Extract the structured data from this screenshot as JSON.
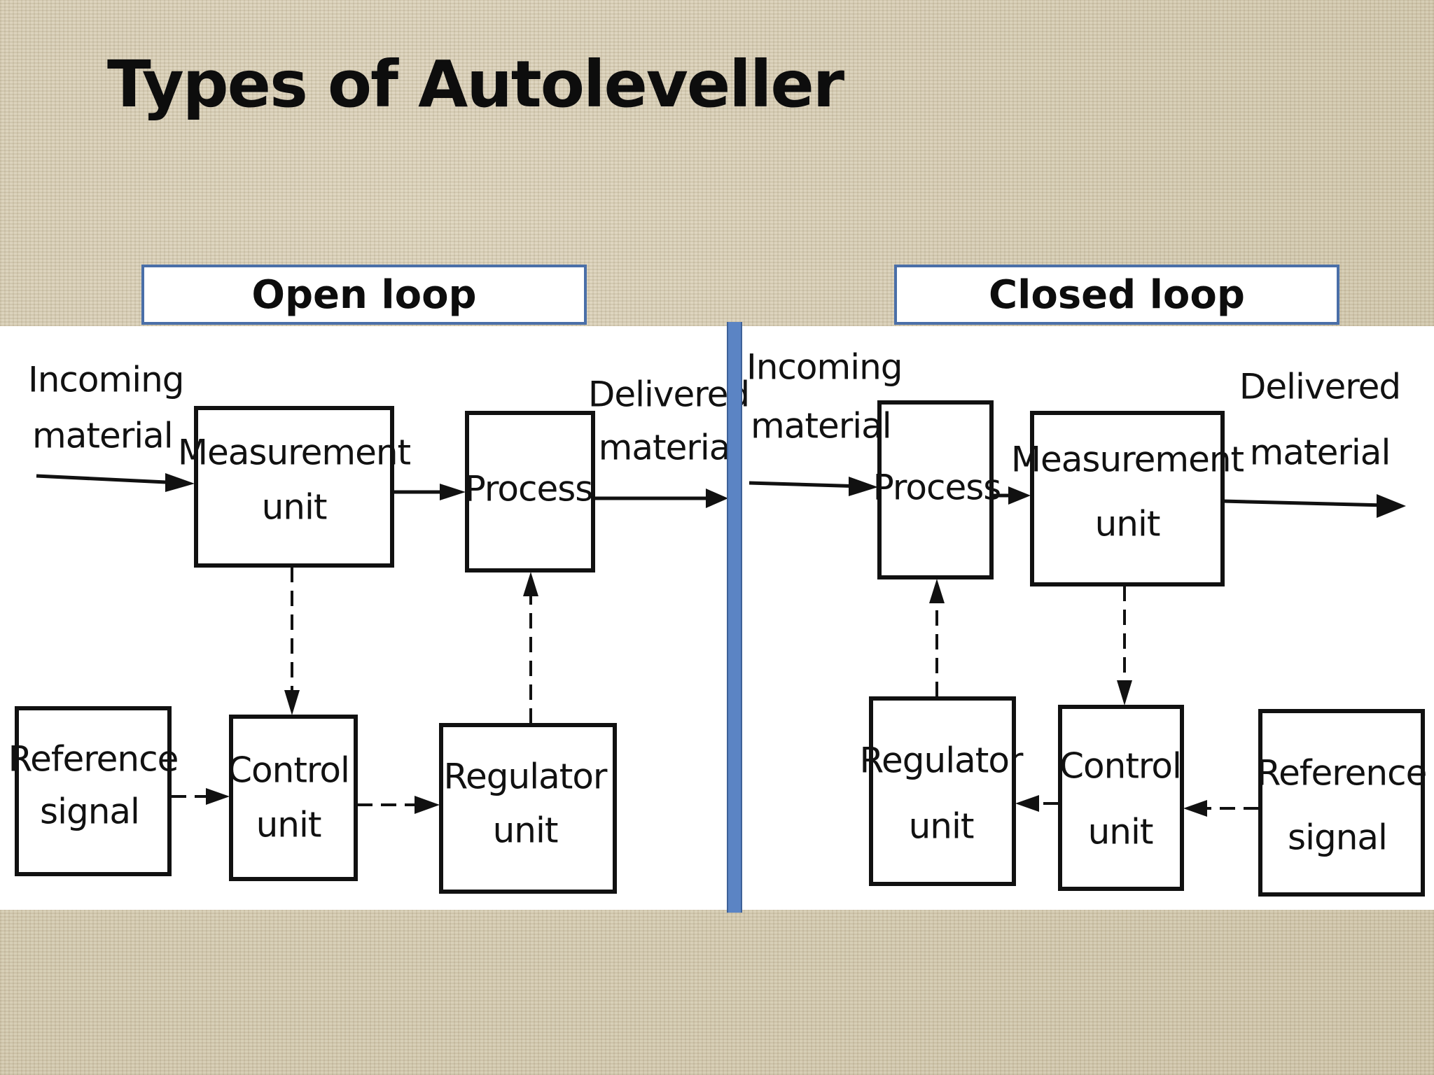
{
  "slide": {
    "title": "Types of Autoleveller"
  },
  "open_loop": {
    "header": "Open loop",
    "incoming": [
      "Incoming",
      "material"
    ],
    "delivered": [
      "Delivered",
      "material"
    ],
    "measurement_unit": [
      "Measurement",
      "unit"
    ],
    "process": [
      "Process"
    ],
    "reference_signal": [
      "Reference",
      "signal"
    ],
    "control_unit": [
      "Control",
      "unit"
    ],
    "regulator_unit": [
      "Regulator",
      "unit"
    ]
  },
  "closed_loop": {
    "header": "Closed loop",
    "incoming": [
      "Incoming",
      "material"
    ],
    "delivered": [
      "Delivered",
      "material"
    ],
    "process": [
      "Process"
    ],
    "measurement_unit": [
      "Measurement",
      "unit"
    ],
    "regulator_unit": [
      "Regulator",
      "unit"
    ],
    "control_unit": [
      "Control",
      "unit"
    ],
    "reference_signal": [
      "Reference",
      "signal"
    ]
  },
  "colors": {
    "divider": "#5b84c4",
    "header_border": "#4a6fa8",
    "background": "#d8ceb4"
  }
}
